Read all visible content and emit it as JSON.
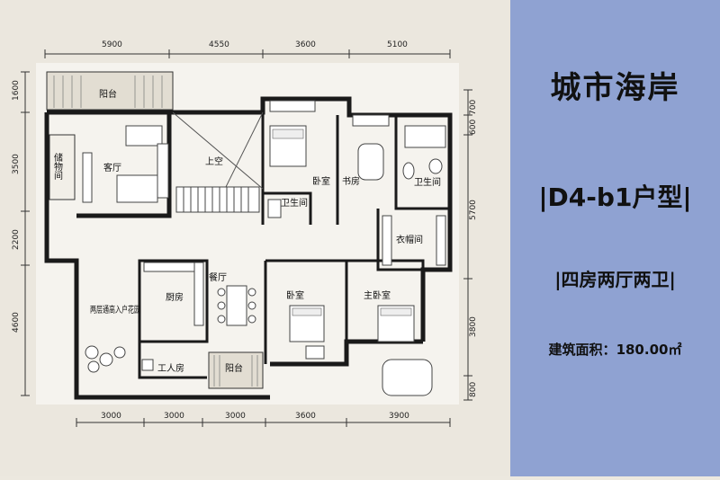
{
  "project_name": "城市海岸",
  "unit_type": "|D4-b1户型|",
  "layout_summary": "|四房两厅两卫|",
  "area": {
    "label": "建筑面积：",
    "value": "180.00㎡"
  },
  "dimensions": {
    "top": [
      "5900",
      "4550",
      "3600",
      "5100"
    ],
    "bottom": [
      "3000",
      "3000",
      "3000",
      "3600",
      "3900"
    ],
    "left": [
      "1600",
      "3500",
      "2200",
      "4600"
    ],
    "right": [
      "700",
      "600",
      "5700",
      "3800",
      "800"
    ]
  },
  "rooms": {
    "balcony_top": "阳台",
    "storage": "储物间",
    "living": "客厅",
    "void": "上空",
    "bedroom_top": "卧室",
    "study": "书房",
    "bath_top": "卫生间",
    "bath_right": "卫生间",
    "wardrobe": "衣帽间",
    "kitchen": "厨房",
    "dining": "餐厅",
    "garden": "两层通高入户花园",
    "bedroom_mid": "卧室",
    "master_bedroom": "主卧室",
    "maid_room": "工人房",
    "balcony_bottom": "阳台"
  }
}
